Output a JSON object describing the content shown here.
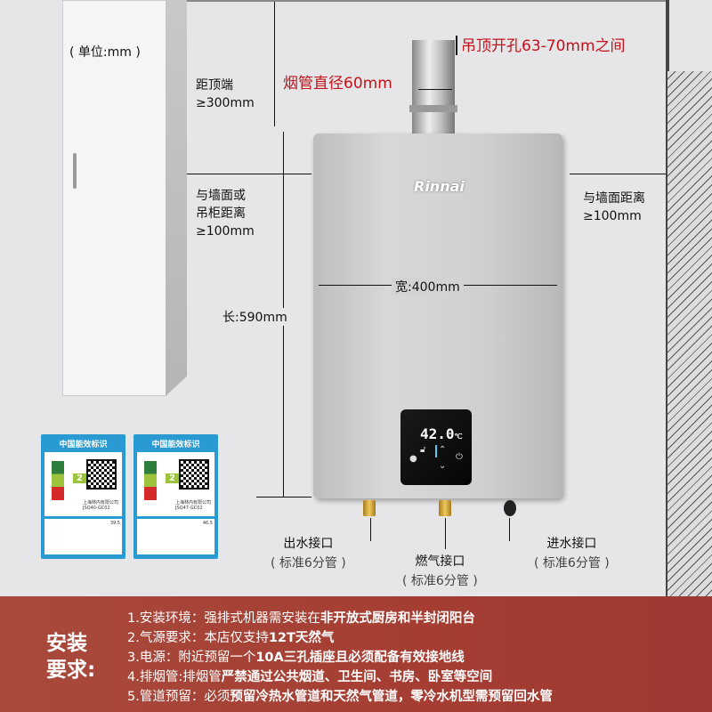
{
  "unit_note": "( 单位:mm )",
  "brand": "Rinnai",
  "dimensions": {
    "ceiling_hole": "吊顶开孔63-70mm之间",
    "flue_diameter": "烟管直径60mm",
    "top_clearance": [
      "距顶端",
      "≥300mm"
    ],
    "left_clearance": [
      "与墙面或",
      "吊柜距离",
      "≥100mm"
    ],
    "right_clearance": [
      "与墙面距离",
      "≥100mm"
    ],
    "width": "宽:400mm",
    "length": "长:590mm"
  },
  "display": {
    "temperature": "42.0",
    "unit": "℃"
  },
  "connections": [
    {
      "name": "出水接口",
      "spec": "( 标准6分管 )"
    },
    {
      "name": "燃气接口",
      "spec": "( 标准6分管 )"
    },
    {
      "name": "进水接口",
      "spec": "( 标准6分管 )"
    }
  ],
  "energy_labels": [
    {
      "title": "中国能效标识",
      "grade": "2",
      "maker": "上海林内有限公司",
      "model": "JSQ40-GC02",
      "value": "39.5"
    },
    {
      "title": "中国能效标识",
      "grade": "2",
      "maker": "上海林内有限公司",
      "model": "JSQ47-GC02",
      "value": "46.5"
    }
  ],
  "requirements": {
    "title": [
      "安装",
      "要求:"
    ],
    "items": [
      {
        "normal": "1.安装环境：强排式机器需安装在",
        "bold": "非开放式厨房和半封闭阳台"
      },
      {
        "normal": "2.气源要求：本店仅支持",
        "bold": "12T天然气"
      },
      {
        "normal": "3.电源：附近预留一个",
        "bold": "10A三孔插座且必须配备有效接地线"
      },
      {
        "normal": "4.排烟管:排烟管",
        "bold": "严禁通过公共烟道、卫生间、书房、卧室等空间"
      },
      {
        "normal": "5.管道预留：必须",
        "bold": "预留冷热水管道和天然气管道，零冷水机型需预留回水管"
      }
    ]
  }
}
